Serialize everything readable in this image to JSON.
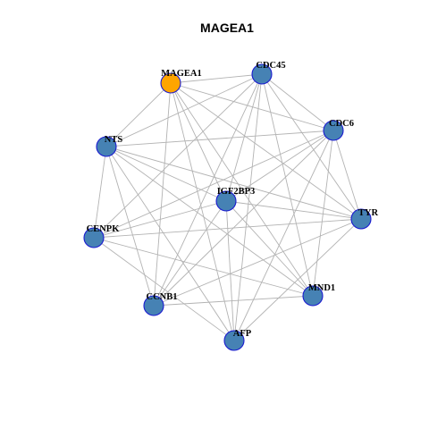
{
  "title": "MAGEA1",
  "colors": {
    "node_default": "#4682b4",
    "node_highlight": "#ffa500",
    "node_border": "#1a1ad0",
    "edge": "#b3b3b3"
  },
  "graph": {
    "layout": "circle",
    "nodes": [
      {
        "id": "MAGEA1",
        "label": "MAGEA1",
        "highlight": true
      },
      {
        "id": "CDC45",
        "label": "CDC45",
        "highlight": false
      },
      {
        "id": "CDC6",
        "label": "CDC6",
        "highlight": false
      },
      {
        "id": "TYR",
        "label": "TYR",
        "highlight": false
      },
      {
        "id": "MND1",
        "label": "MND1",
        "highlight": false
      },
      {
        "id": "AFP",
        "label": "AFP",
        "highlight": false
      },
      {
        "id": "CCNB1",
        "label": "CCNB1",
        "highlight": false
      },
      {
        "id": "CENPK",
        "label": "CENPK",
        "highlight": false
      },
      {
        "id": "NTS",
        "label": "NTS",
        "highlight": false
      },
      {
        "id": "IGF2BP3",
        "label": "IGF2BP3",
        "highlight": false
      }
    ],
    "edges": [
      [
        "MAGEA1",
        "CDC45"
      ],
      [
        "MAGEA1",
        "CDC6"
      ],
      [
        "MAGEA1",
        "TYR"
      ],
      [
        "MAGEA1",
        "MND1"
      ],
      [
        "MAGEA1",
        "AFP"
      ],
      [
        "MAGEA1",
        "CCNB1"
      ],
      [
        "MAGEA1",
        "NTS"
      ],
      [
        "MAGEA1",
        "IGF2BP3"
      ],
      [
        "CDC45",
        "CDC6"
      ],
      [
        "CDC45",
        "TYR"
      ],
      [
        "CDC45",
        "MND1"
      ],
      [
        "CDC45",
        "AFP"
      ],
      [
        "CDC45",
        "CCNB1"
      ],
      [
        "CDC45",
        "CENPK"
      ],
      [
        "CDC45",
        "NTS"
      ],
      [
        "CDC45",
        "IGF2BP3"
      ],
      [
        "CDC6",
        "TYR"
      ],
      [
        "CDC6",
        "MND1"
      ],
      [
        "CDC6",
        "AFP"
      ],
      [
        "CDC6",
        "CCNB1"
      ],
      [
        "CDC6",
        "CENPK"
      ],
      [
        "CDC6",
        "NTS"
      ],
      [
        "CDC6",
        "IGF2BP3"
      ],
      [
        "TYR",
        "AFP"
      ],
      [
        "TYR",
        "CCNB1"
      ],
      [
        "TYR",
        "CENPK"
      ],
      [
        "TYR",
        "NTS"
      ],
      [
        "TYR",
        "IGF2BP3"
      ],
      [
        "MND1",
        "CCNB1"
      ],
      [
        "MND1",
        "CENPK"
      ],
      [
        "MND1",
        "NTS"
      ],
      [
        "MND1",
        "IGF2BP3"
      ],
      [
        "AFP",
        "CENPK"
      ],
      [
        "AFP",
        "NTS"
      ],
      [
        "AFP",
        "IGF2BP3"
      ],
      [
        "CCNB1",
        "NTS"
      ],
      [
        "CCNB1",
        "IGF2BP3"
      ],
      [
        "CENPK",
        "NTS"
      ],
      [
        "CENPK",
        "IGF2BP3"
      ],
      [
        "NTS",
        "IGF2BP3"
      ]
    ]
  }
}
